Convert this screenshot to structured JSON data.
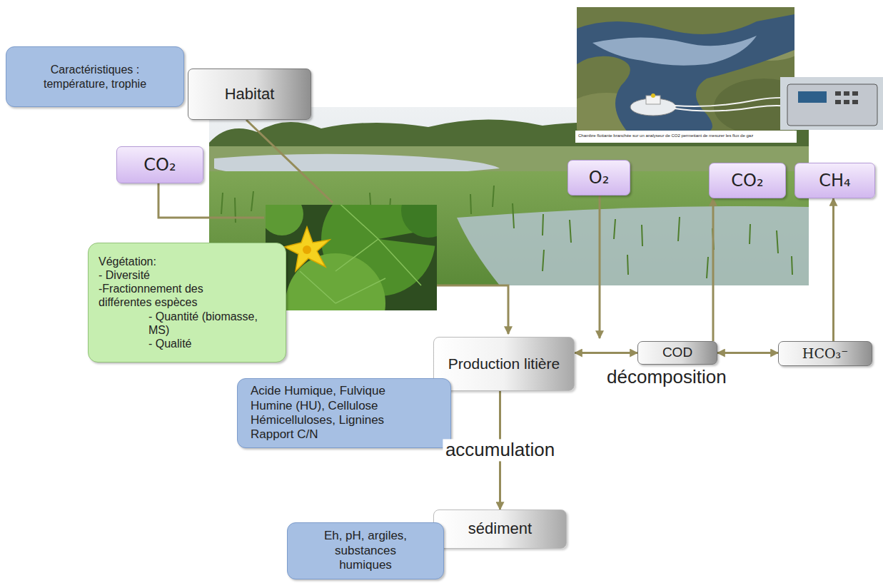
{
  "diagram": {
    "nodes": [
      {
        "text": [
          "Caractéristiques : température, trophie"
        ]
      },
      {
        "text": [
          "Habitat"
        ]
      },
      {
        "text": [
          "CO₂"
        ]
      },
      {
        "text": [
          "Végétation:",
          "- Diversité",
          "-Fractionnement des différentes espèces",
          "- Quantité (biomasse, MS)",
          "- Qualité"
        ]
      },
      {
        "text": [
          "O₂"
        ]
      },
      {
        "text": [
          "CO₂"
        ]
      },
      {
        "text": [
          "CH₄"
        ]
      },
      {
        "text": [
          "Production litière"
        ]
      },
      {
        "text": [
          "COD"
        ]
      },
      {
        "text": [
          "HCO₃⁻"
        ]
      },
      {
        "text": [
          "Acide Humique, Fulvique Humine (HU), Cellulose Hémicelluloses, Lignines Rapport C/N"
        ]
      },
      {
        "text": [
          "sédiment"
        ]
      },
      {
        "text": [
          "Eh, pH, argiles, substances humiques"
        ]
      }
    ],
    "edges": [
      {
        "from": 7,
        "to": 8,
        "arrow": "both"
      },
      {
        "from": 8,
        "to": 9,
        "arrow": "both"
      },
      {
        "from": 8,
        "to": 5,
        "arrow": "to"
      },
      {
        "from": 9,
        "to": 6,
        "arrow": "to"
      },
      {
        "from": 7,
        "to": 11,
        "label": "accumulation",
        "arrow": "to"
      }
    ],
    "labels": [
      "décomposition",
      "Chambre flottante branchée sur un analyseur de CO2 permettant de mesurer les flux de gaz"
    ]
  }
}
